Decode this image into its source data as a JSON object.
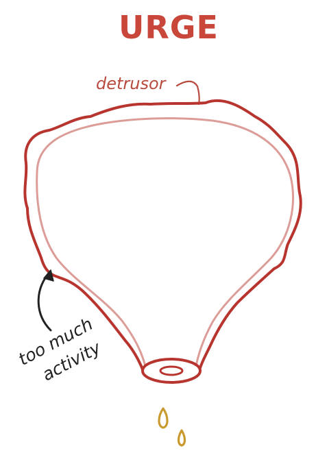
{
  "title": "URGE",
  "labels": {
    "muscle": "detrusor",
    "annotation_line1": "too much",
    "annotation_line2": "activity"
  },
  "colors": {
    "title": "#c9463a",
    "outer_wall": "#b8352f",
    "inner_wall": "#dc9c98",
    "label": "#b84a3e",
    "annotation": "#222222",
    "drops": "#c99a2e"
  },
  "icons": {
    "arrow": "curved-arrow-icon",
    "drop": "urine-drop-icon"
  }
}
